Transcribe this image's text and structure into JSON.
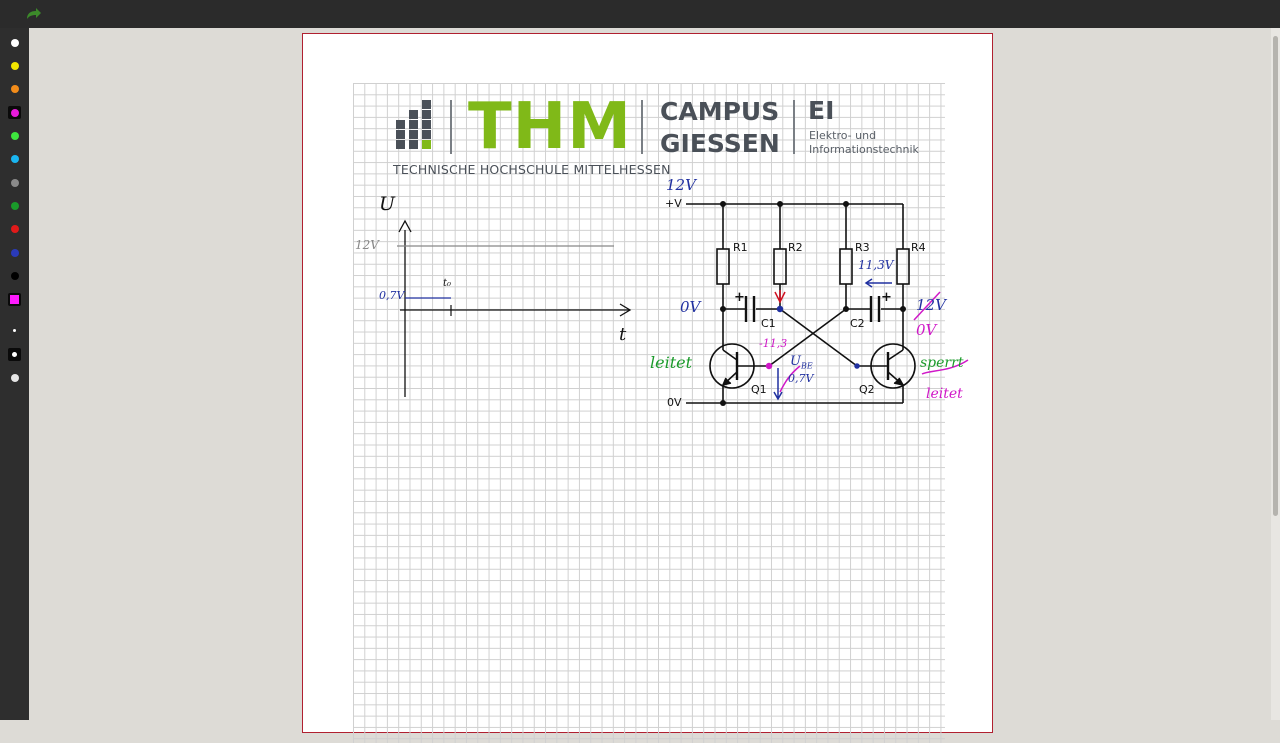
{
  "toolbar": {
    "redo_icon": "redo-arrow-icon"
  },
  "palette": [
    {
      "name": "white",
      "color": "#ffffff"
    },
    {
      "name": "yellow",
      "color": "#f2e600"
    },
    {
      "name": "orange",
      "color": "#f28c1a"
    },
    {
      "name": "magenta",
      "color": "#e81adb",
      "selected": true
    },
    {
      "name": "lime",
      "color": "#3ee63e"
    },
    {
      "name": "cyan",
      "color": "#1ab5f0"
    },
    {
      "name": "gray",
      "color": "#8a8a8a"
    },
    {
      "name": "green",
      "color": "#1a9a2a"
    },
    {
      "name": "red",
      "color": "#e01a1a"
    },
    {
      "name": "blue",
      "color": "#2a3ab8"
    },
    {
      "name": "black",
      "color": "#000000"
    },
    {
      "name": "magenta-square",
      "color": "#ff1aff",
      "selected": true
    }
  ],
  "pens": [
    "small",
    "medium",
    "large"
  ],
  "logo": {
    "thm": "THM",
    "campus_line1": "CAMPUS",
    "campus_line2": "GIESSEN",
    "dept": "EI",
    "dept_line1": "Elektro- und",
    "dept_line2": "Informationstechnik",
    "hochschule": "TECHNISCHE HOCHSCHULE MITTELHESSEN"
  },
  "graph": {
    "y_axis": "U",
    "x_axis": "t",
    "level_12": "12V",
    "level_low": "0,7V",
    "mark": "t₀"
  },
  "circuit": {
    "supply": "+V",
    "ground": "0V",
    "r1": "R1",
    "r2": "R2",
    "r3": "R3",
    "r4": "R4",
    "c1": "C1",
    "c2": "C2",
    "q1": "Q1",
    "q2": "Q2",
    "plus": "+"
  },
  "annotations": {
    "v12_top": "12V",
    "v0_left": "0V",
    "v11_3": "11,3V",
    "v12_right": "12V",
    "v0_right": "0V",
    "leitet_left": "leitet",
    "sperrt_right": "sperrt",
    "leitet_right": "leitet",
    "minus11": "-11,3",
    "ube": "U",
    "ube_sub": "BE",
    "v07": "0,7V"
  }
}
